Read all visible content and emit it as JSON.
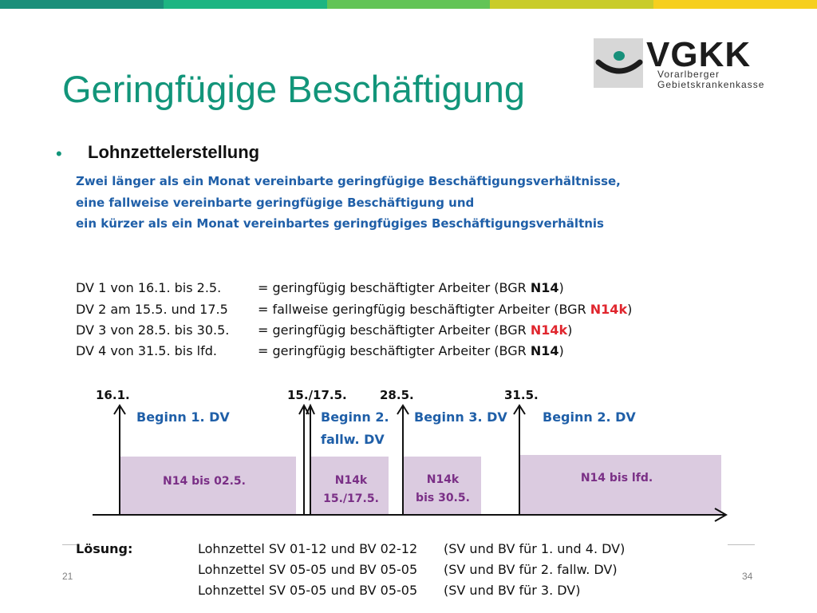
{
  "header": {
    "colors": [
      "#1a8f7a",
      "#1db582",
      "#63c456",
      "#c9cc2a",
      "#f6cf1e"
    ]
  },
  "slide": {
    "title": "Geringfügige Beschäftigung",
    "bullet": "•",
    "heading": "Lohnzettelerstellung",
    "intro_lines": [
      "Zwei länger als ein Monat vereinbarte geringfügige Beschäftigungsverhältnisse,",
      "eine fallweise vereinbarte geringfügige Beschäftigung und",
      "ein kürzer als ein Monat vereinbartes geringfügiges Beschäftigungsverhältnis"
    ]
  },
  "logo": {
    "name": "VGKK",
    "sub1": "Vorarlberger",
    "sub2": "Gebietskrankenkasse"
  },
  "dv_list": [
    {
      "label": "DV 1 von 16.1. bis 2.5.",
      "desc": "= geringfügig beschäftigter Arbeiter (BGR ",
      "code": "N14",
      "code_red": false,
      "close": ")"
    },
    {
      "label": "DV 2 am 15.5. und 17.5",
      "desc": "= fallweise geringfügig beschäftigter Arbeiter (BGR ",
      "code": "N14k",
      "code_red": true,
      "close": ")"
    },
    {
      "label": "DV 3 von 28.5. bis 30.5.",
      "desc": "= geringfügig beschäftigter Arbeiter (BGR ",
      "code": "N14k",
      "code_red": true,
      "close": ")"
    },
    {
      "label": "DV 4 von 31.5. bis lfd.",
      "desc": "= geringfügig beschäftigter Arbeiter (BGR ",
      "code": "N14",
      "code_red": false,
      "close": ")"
    }
  ],
  "timeline": {
    "date_labels": [
      "16.1.",
      "15./17.5.",
      "28.5.",
      "31.5."
    ],
    "begin_labels": [
      "Beginn 1. DV",
      "Beginn 2.",
      "fallw. DV",
      "Beginn 3. DV",
      "Beginn 2. DV"
    ],
    "boxes": [
      {
        "line1": "N14 bis 02.5.",
        "line2": ""
      },
      {
        "line1": "N14k",
        "line2": "15./17.5."
      },
      {
        "line1": "N14k",
        "line2": "bis 30.5."
      },
      {
        "line1": "N14 bis lfd.",
        "line2": ""
      }
    ],
    "colors": {
      "box_fill": "#dbcbe0",
      "box_text": "#7a2f86",
      "begin_text": "#1f5fa8",
      "axis": "#111111"
    }
  },
  "solution": {
    "label": "Lösung:",
    "rows": [
      {
        "text": "Lohnzettel SV 01-12 und BV 02-12",
        "note": "(SV und BV für 1. und 4. DV)"
      },
      {
        "text": "Lohnzettel SV 05-05 und BV 05-05",
        "note": "(SV und BV für 2. fallw. DV)"
      },
      {
        "text": "Lohnzettel SV 05-05 und BV 05-05",
        "note": "(SV und BV für 3. DV)"
      }
    ]
  },
  "footer": {
    "left_number": "21",
    "right_number": "34"
  }
}
